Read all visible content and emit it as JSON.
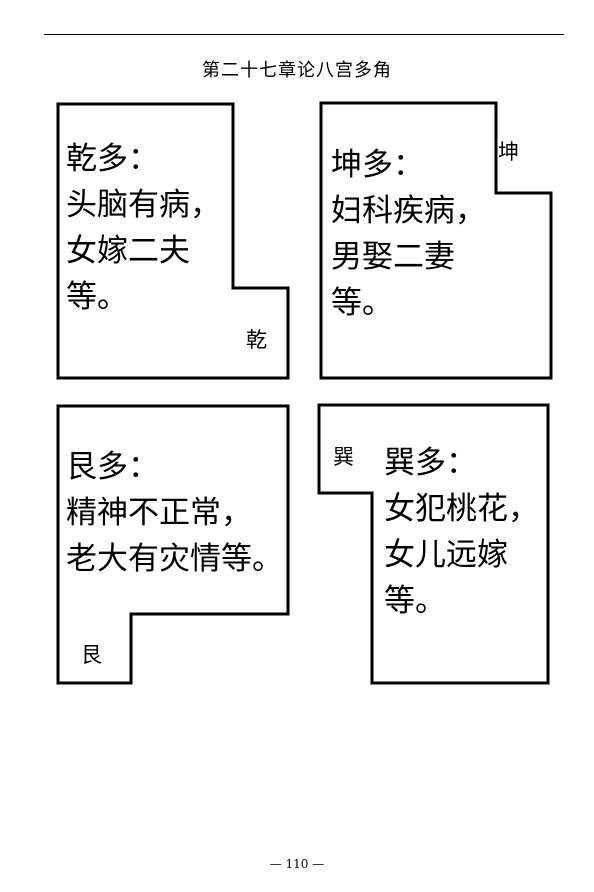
{
  "page": {
    "title": "第二十七章论八宫多角",
    "footer": "— 110 —"
  },
  "boxes": {
    "qian": {
      "heading": "乾多：",
      "lines": [
        "头脑有病，",
        "女嫁二夫",
        "等。"
      ],
      "corner_label": "乾"
    },
    "kun": {
      "heading": "坤多：",
      "lines": [
        "妇科疾病，",
        "男娶二妻",
        "等。"
      ],
      "corner_label": "坤"
    },
    "gen": {
      "heading": "艮多：",
      "lines": [
        "精神不正常，",
        "老大有灾情等。"
      ],
      "corner_label": "艮"
    },
    "xun": {
      "heading": "巽多：",
      "lines": [
        "女犯桃花，",
        "女儿远嫁",
        "等。"
      ],
      "corner_label": "巽"
    }
  },
  "colors": {
    "ink": "#000000",
    "paper": "#ffffff"
  }
}
